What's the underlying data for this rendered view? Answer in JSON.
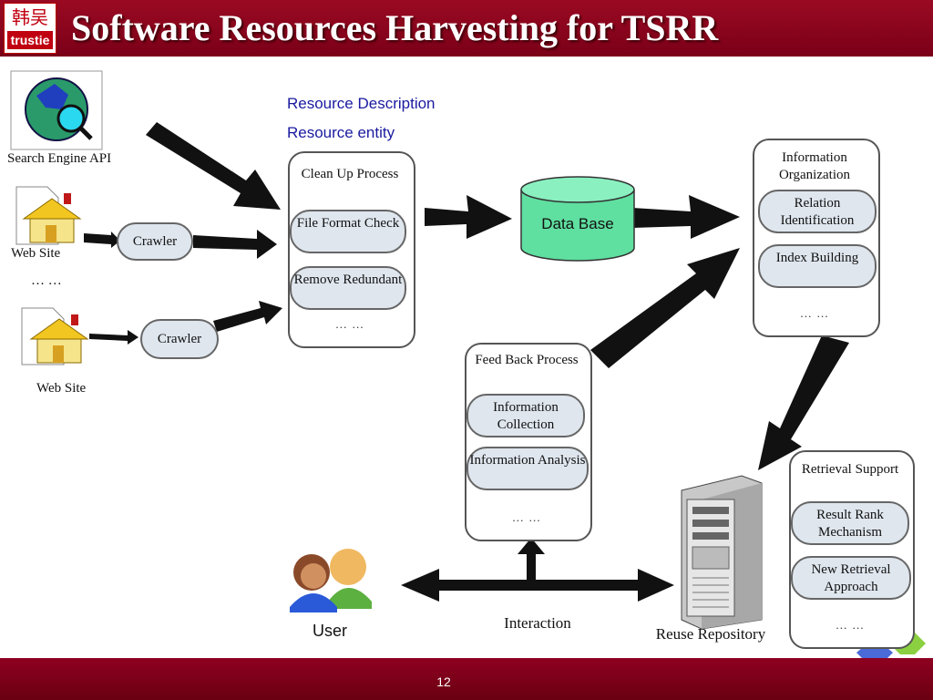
{
  "header": {
    "title": "Software Resources Harvesting for TSRR",
    "logo_top": "韩吴",
    "logo_bottom": "trustie"
  },
  "legend": {
    "resource_description": "Resource Description",
    "resource_entity": "Resource entity"
  },
  "sources": {
    "search_engine": "Search Engine API",
    "web_site_1": "Web Site",
    "web_site_2": "Web Site",
    "ellipsis": "… …"
  },
  "crawlers": {
    "crawler_1": "Crawler",
    "crawler_2": "Crawler"
  },
  "cleanup": {
    "title": "Clean Up Process",
    "item_1": "File Format Check",
    "item_2": "Remove Redundant",
    "dots": "… …"
  },
  "database": {
    "label": "Data Base"
  },
  "info_org": {
    "title": "Information Organization",
    "item_1": "Relation Identification",
    "item_2": "Index Building",
    "dots": "… …"
  },
  "feedback": {
    "title": "Feed Back Process",
    "item_1": "Information Collection",
    "item_2": "Information Analysis",
    "dots": "… …"
  },
  "retrieval": {
    "title": "Retrieval Support",
    "item_1": "Result Rank Mechanism",
    "item_2": "New Retrieval Approach",
    "dots": "… …"
  },
  "bottom": {
    "user": "User",
    "interaction": "Interaction",
    "repository": "Reuse Repository"
  },
  "footer": {
    "page": "12"
  },
  "colors": {
    "header": "#8a0a20",
    "database": "#5fdfa0",
    "pill": "#dfe6ee",
    "note_text": "#1a1aa0"
  }
}
